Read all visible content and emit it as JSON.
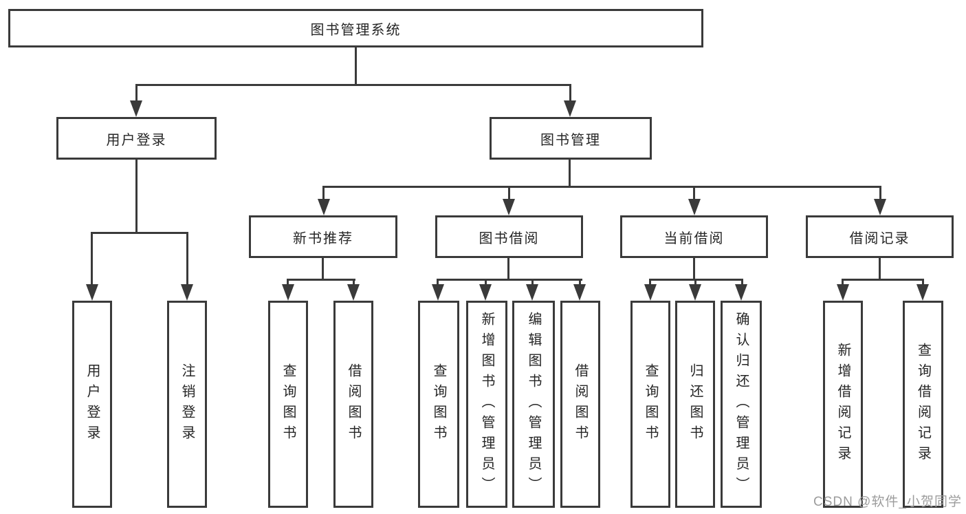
{
  "colors": {
    "box_border": "#3a3a3a",
    "connector": "#3a3a3a",
    "text": "#262626",
    "watermark": "#9c9c9c",
    "background": "#ffffff"
  },
  "tree": {
    "title": "图书管理系统",
    "branches": [
      {
        "label": "用户登录",
        "children": [
          "用户登录",
          "注销登录"
        ]
      },
      {
        "label": "图书管理",
        "sections": [
          {
            "label": "新书推荐",
            "children": [
              "查询图书",
              "借阅图书"
            ]
          },
          {
            "label": "图书借阅",
            "children": [
              "查询图书",
              "新增图书（管理员）",
              "编辑图书（管理员）",
              "借阅图书"
            ]
          },
          {
            "label": "当前借阅",
            "children": [
              "查询图书",
              "归还图书",
              "确认归还（管理员）"
            ]
          },
          {
            "label": "借阅记录",
            "children": [
              "新增借阅记录",
              "查询借阅记录"
            ]
          }
        ]
      }
    ]
  },
  "watermark": {
    "text": "CSDN @软件_小贺同学"
  }
}
